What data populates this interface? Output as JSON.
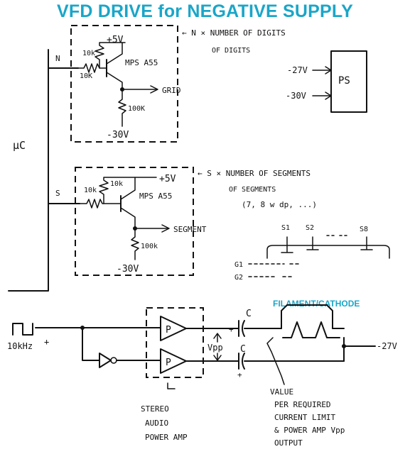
{
  "title": "VFD DRIVE for NEGATIVE SUPPLY",
  "filament_label": "FILAMENT/CATHODE",
  "accent_color": "#1aa6c8",
  "labels": {
    "mc": "μC",
    "grid_driver": {
      "signal": "N",
      "supply_pos": "+5V",
      "supply_neg": "-30V",
      "r1": "10k",
      "r2": "10K",
      "transistor": "MPS A55",
      "r_out": "100K",
      "output": "GRID",
      "note": "← N × NUMBER OF DIGITS"
    },
    "segment_driver": {
      "signal": "S",
      "supply_pos": "+5V",
      "supply_neg": "-30V",
      "r1": "10k",
      "r2": "10k",
      "transistor": "MPS A55",
      "r_out": "100k",
      "output": "SEGMENT",
      "note": "← S × NUMBER OF SEGMENTS",
      "note2": "(7, 8 w dp, ...)"
    },
    "power_supply": {
      "v1": "-27V",
      "v2": "-30V",
      "name": "PS"
    },
    "display": {
      "segments": [
        "S1",
        "S2",
        "S8"
      ],
      "grids": [
        "G1",
        "G2"
      ]
    },
    "audio": {
      "clock": "10kHz",
      "amp_p": "P",
      "vpp": "Vpp",
      "cap": "C",
      "neg_supply": "-27V",
      "amp_note": "STEREO AUDIO POWER AMP",
      "value_note": "VALUE PER REQUIRED CURRENT LIMIT & POWER AMP Vpp OUTPUT"
    }
  }
}
